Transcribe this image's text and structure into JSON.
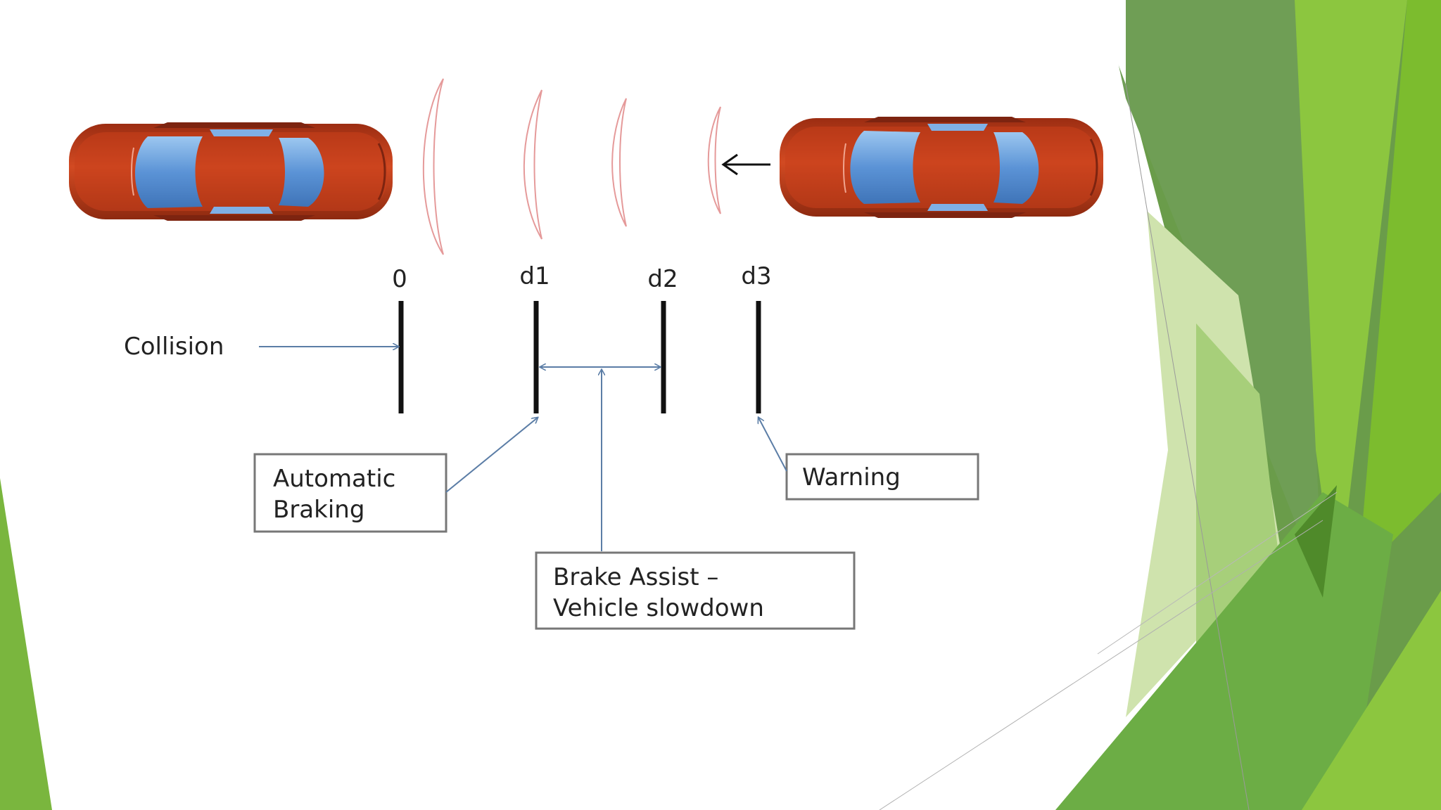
{
  "theme": {
    "accent_dark": "#5a9a3c",
    "accent_mid": "#76b140",
    "accent_light": "#8cc63f",
    "accent_pale": "#cfe3ad",
    "car_body": "#c8401c",
    "car_glass": "#5b93d6",
    "wave": "#e59a9a",
    "arrow": "#5b7da6"
  },
  "diagram": {
    "markers": [
      {
        "id": "zero",
        "label": "0"
      },
      {
        "id": "d1",
        "label": "d1"
      },
      {
        "id": "d2",
        "label": "d2"
      },
      {
        "id": "d3",
        "label": "d3"
      }
    ],
    "collision_label": "Collision",
    "automatic_braking": {
      "line1": "Automatic",
      "line2": "Braking"
    },
    "brake_assist": {
      "line1": "Brake Assist –",
      "line2": "Vehicle slowdown"
    },
    "warning_label": "Warning",
    "icons": {
      "front_car": "car-top-view-icon",
      "rear_car": "car-top-view-icon",
      "approach_arrow": "left-arrow-icon"
    }
  }
}
